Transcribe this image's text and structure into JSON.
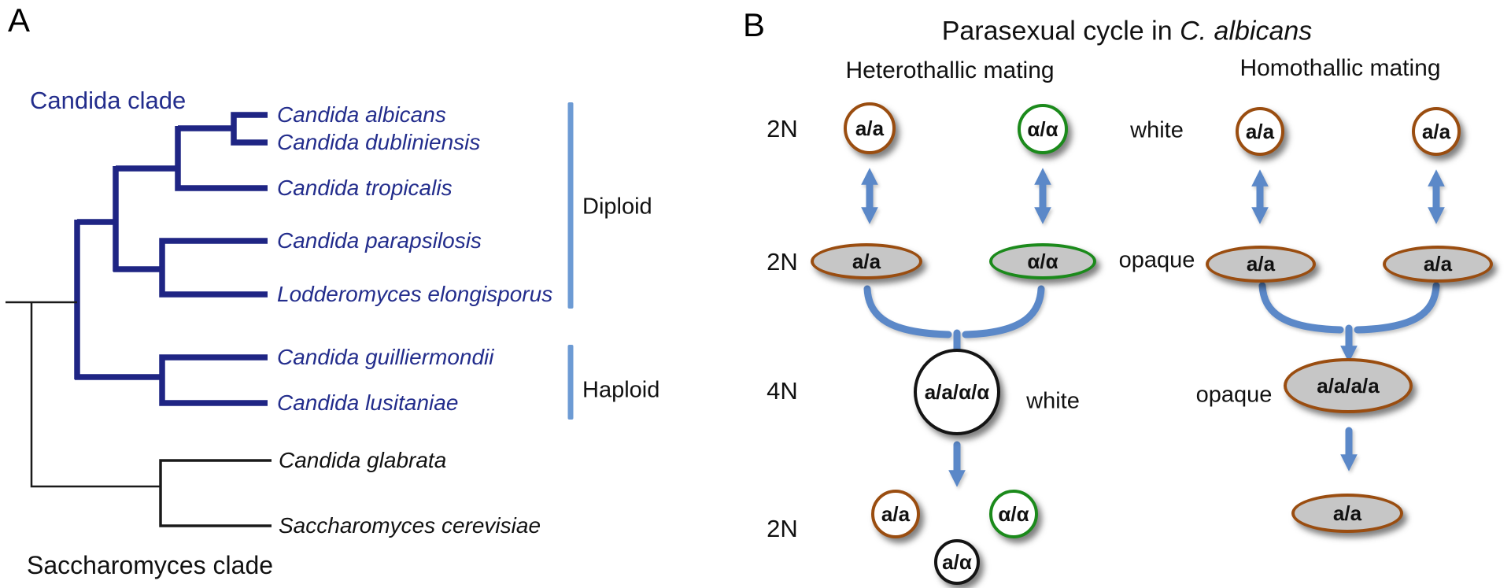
{
  "colors": {
    "tree_blue": "#1f2584",
    "species_blue": "#232d8c",
    "bracket_blue": "#6d9bd4",
    "arrow_blue": "#5b88c8",
    "brown_border": "#9a4d10",
    "green_border": "#1b8a1b",
    "black_border": "#141414",
    "opaque_gray": "#c6c6c6"
  },
  "panel_a": {
    "label": "A",
    "candida_clade_label": "Candida clade",
    "saccharomyces_clade_label": "Saccharomyces clade",
    "species": [
      {
        "name": "Candida albicans"
      },
      {
        "name": "Candida dubliniensis"
      },
      {
        "name": "Candida tropicalis"
      },
      {
        "name": "Candida parapsilosis"
      },
      {
        "name": "Lodderomyces elongisporus"
      },
      {
        "name": "Candida guilliermondii"
      },
      {
        "name": "Candida lusitaniae"
      },
      {
        "name": "Candida glabrata"
      },
      {
        "name": "Saccharomyces cerevisiae"
      }
    ],
    "ploidy_brackets": [
      {
        "label": "Diploid"
      },
      {
        "label": "Haploid"
      }
    ]
  },
  "panel_b": {
    "label": "B",
    "title": {
      "prefix": "Parasexual cycle in ",
      "species_italic": "C. albicans"
    },
    "column_headers": [
      {
        "label": "Heterothallic mating"
      },
      {
        "label": "Homothallic mating"
      }
    ],
    "row_labels": [
      {
        "label": "2N"
      },
      {
        "label": "2N"
      },
      {
        "label": "4N"
      },
      {
        "label": "2N"
      }
    ],
    "phase_labels": [
      {
        "label": "white"
      },
      {
        "label": "opaque"
      },
      {
        "label": "white"
      },
      {
        "label": "opaque"
      }
    ],
    "cells": {
      "het_white_a": {
        "genotype": "a/a"
      },
      "het_white_alpha": {
        "genotype": "α/α"
      },
      "hom_white_a1": {
        "genotype": "a/a"
      },
      "hom_white_a2": {
        "genotype": "a/a"
      },
      "het_opaque_a": {
        "genotype": "a/a"
      },
      "het_opaque_alpha": {
        "genotype": "α/α"
      },
      "hom_opaque_a1": {
        "genotype": "a/a"
      },
      "hom_opaque_a2": {
        "genotype": "a/a"
      },
      "het_tetraploid": {
        "genotype": "a/a/α/α"
      },
      "hom_tetraploid": {
        "genotype": "a/a/a/a"
      },
      "het_prog_a": {
        "genotype": "a/a"
      },
      "het_prog_alpha": {
        "genotype": "α/α"
      },
      "het_prog_aalpha": {
        "genotype": "a/α"
      },
      "hom_prog_a": {
        "genotype": "a/a"
      }
    }
  }
}
